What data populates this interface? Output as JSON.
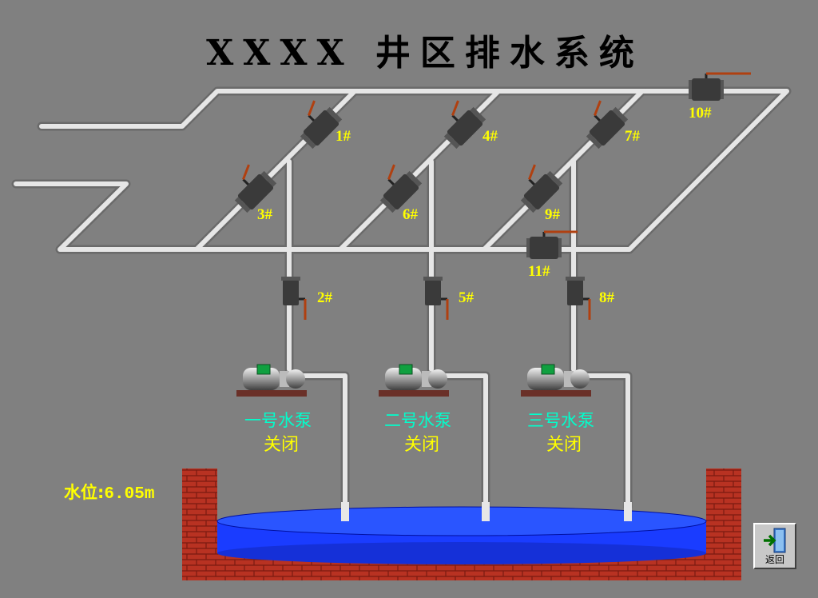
{
  "title": "XXXX 井区排水系统",
  "valves": [
    {
      "id": "1#"
    },
    {
      "id": "2#"
    },
    {
      "id": "3#"
    },
    {
      "id": "4#"
    },
    {
      "id": "5#"
    },
    {
      "id": "6#"
    },
    {
      "id": "7#"
    },
    {
      "id": "8#"
    },
    {
      "id": "9#"
    },
    {
      "id": "10#"
    },
    {
      "id": "11#"
    }
  ],
  "pumps": [
    {
      "name": "一号水泵",
      "status": "关闭"
    },
    {
      "name": "二号水泵",
      "status": "关闭"
    },
    {
      "name": "三号水泵",
      "status": "关闭"
    }
  ],
  "level": {
    "label": "水位:",
    "value": "6.05",
    "unit": "m"
  },
  "back_button": {
    "label": "返回",
    "icon": "exit-door-icon"
  },
  "colors": {
    "background": "#808080",
    "label": "#ffff00",
    "pump_name": "#00ffcc",
    "water": "#1a3cff",
    "brick": "#a0281c"
  }
}
